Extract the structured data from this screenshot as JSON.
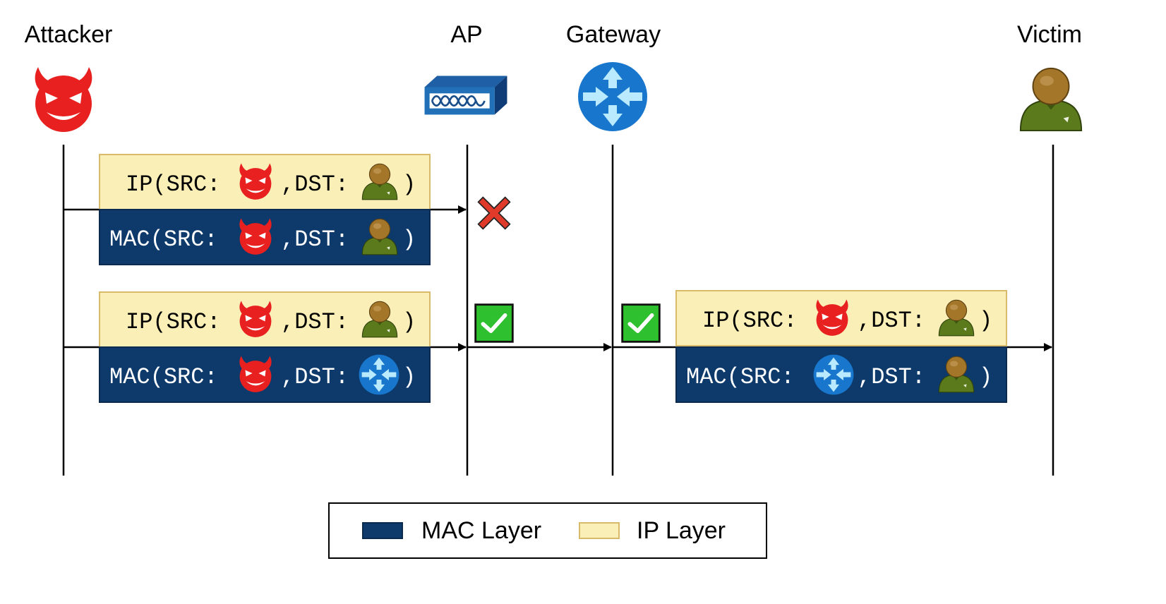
{
  "actors": [
    {
      "label": "Attacker",
      "icon": "devil-icon"
    },
    {
      "label": "AP",
      "icon": "access-point-icon"
    },
    {
      "label": "Gateway",
      "icon": "router-icon"
    },
    {
      "label": "Victim",
      "icon": "user-icon"
    }
  ],
  "packets": {
    "row1": {
      "ip": {
        "prefix": "IP(SRC:",
        "sep": ",DST:",
        "suffix": ")",
        "src": "devil-icon",
        "dst": "user-icon"
      },
      "mac": {
        "prefix": "MAC(SRC:",
        "sep": ",DST:",
        "suffix": ")",
        "src": "devil-icon",
        "dst": "user-icon"
      },
      "result": "cross-icon"
    },
    "row2": {
      "ip": {
        "prefix": "IP(SRC:",
        "sep": ",DST:",
        "suffix": ")",
        "src": "devil-icon",
        "dst": "user-icon"
      },
      "mac": {
        "prefix": "MAC(SRC:",
        "sep": ",DST:",
        "suffix": ")",
        "src": "devil-icon",
        "dst": "router-icon"
      },
      "result": "check-icon"
    },
    "row3": {
      "ip": {
        "prefix": "IP(SRC:",
        "sep": ",DST:",
        "suffix": ")",
        "src": "devil-icon",
        "dst": "user-icon"
      },
      "mac": {
        "prefix": "MAC(SRC:",
        "sep": ",DST:",
        "suffix": ")",
        "src": "router-icon",
        "dst": "user-icon"
      },
      "result": "check-icon"
    }
  },
  "legend": {
    "mac_label": "MAC Layer",
    "ip_label": "IP Layer"
  },
  "colors": {
    "mac": "#0d3a6b",
    "ip": "#fbefb8",
    "ip_border": "#d9b96a",
    "devil": "#e8201f",
    "router": "#1877cc",
    "user_head": "#a3762a",
    "user_body": "#5b7a1c",
    "cross": "#e03a2a",
    "check": "#2ec02e"
  }
}
